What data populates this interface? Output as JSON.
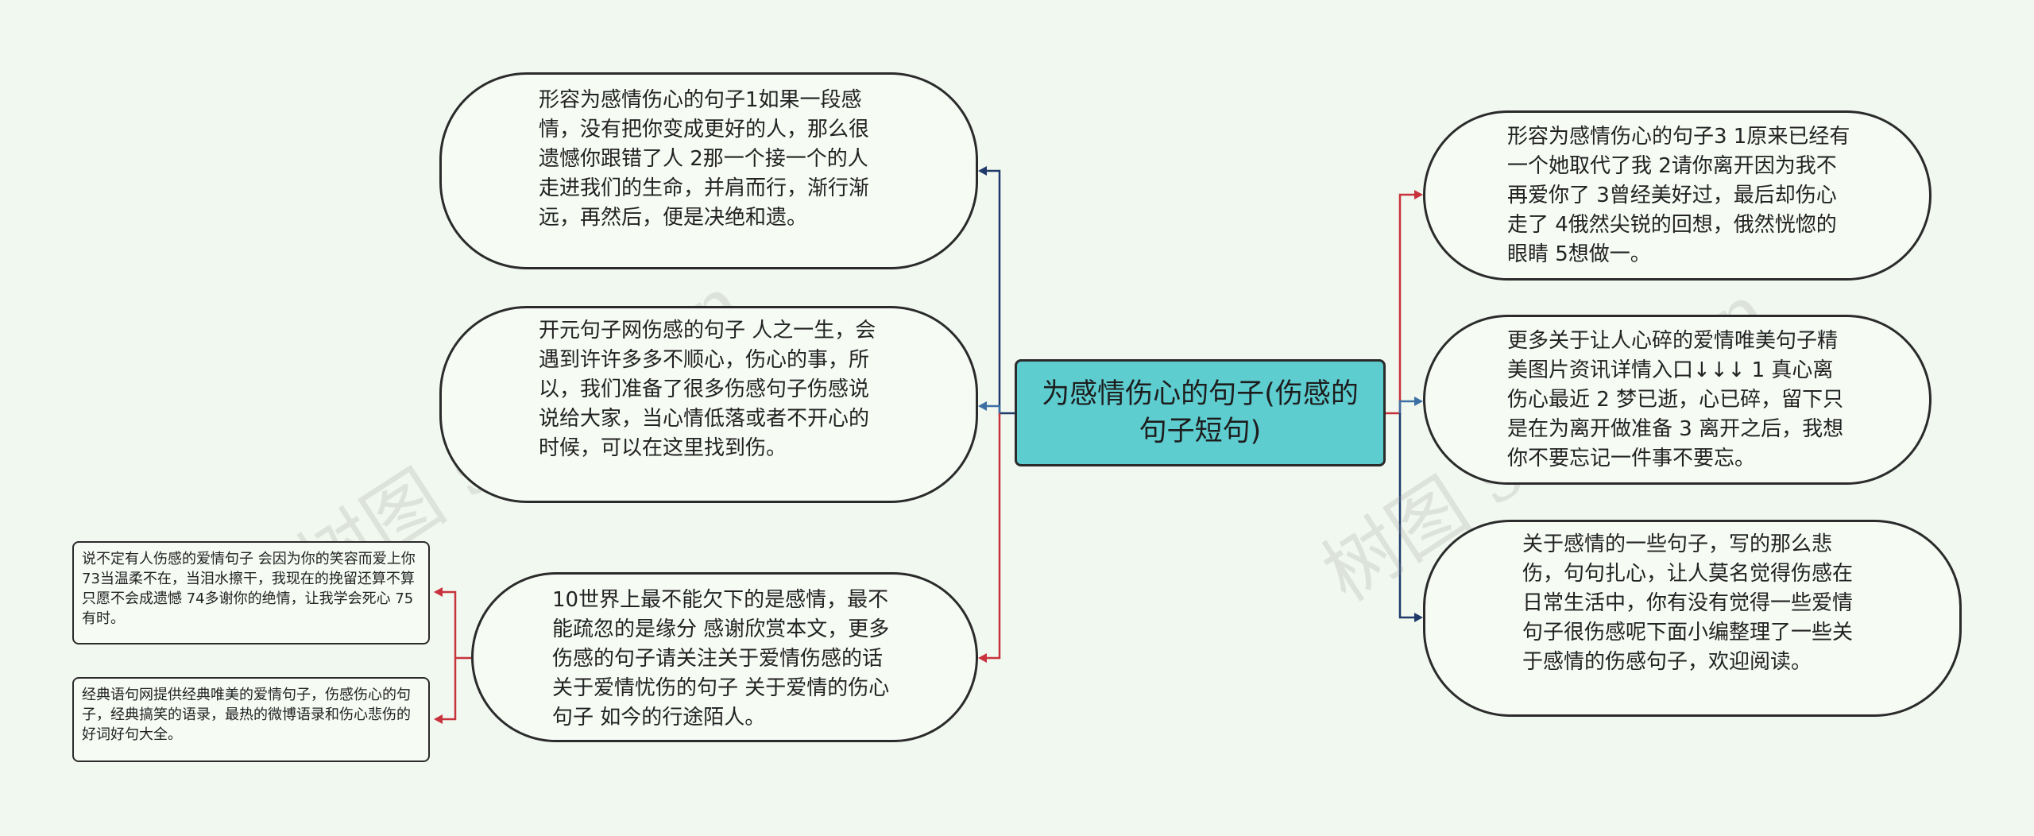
{
  "root": {
    "label": "为感情伤心的句子(伤感的\n句子短句)"
  },
  "left_nodes": [
    {
      "text": "形容为感情伤心的句子1如果一段感情，没有把你变成更好的人，那么很遗憾你跟错了人 2那一个接一个的人走进我们的生命，并肩而行，渐行渐远，再然后，便是决绝和遗。"
    },
    {
      "text": "开元句子网伤感的句子 人之一生，会遇到许许多多不顺心，伤心的事，所以，我们准备了很多伤感句子伤感说说给大家，当心情低落或者不开心的时候，可以在这里找到伤。"
    },
    {
      "text": "10世界上最不能欠下的是感情，最不能疏忽的是缘分 感谢欣赏本文，更多伤感的句子请关注关于爱情伤感的话 关于爱情忧伤的句子 关于爱情的伤心句子 如今的行途陌人。"
    }
  ],
  "sub_nodes": [
    {
      "text": "说不定有人伤感的爱情句子 会因为你的笑容而爱上你 73当温柔不在，当泪水擦干，我现在的挽留还算不算只愿不会成遗憾 74多谢你的绝情，让我学会死心 75有时。"
    },
    {
      "text": "经典语句网提供经典唯美的爱情句子，伤感伤心的句子，经典搞笑的语录，最热的微博语录和伤心悲伤的好词好句大全。"
    }
  ],
  "right_nodes": [
    {
      "text": "形容为感情伤心的句子3 1原来已经有一个她取代了我 2请你离开因为我不再爱你了 3曾经美好过，最后却伤心走了 4俄然尖锐的回想，俄然恍惚的眼睛 5想做一。"
    },
    {
      "text": "更多关于让人心碎的爱情唯美句子精美图片资讯详情入口↓↓↓ 1 真心离伤心最近 2 梦已逝，心已碎，留下只是在为离开做准备 3 离开之后，我想你不要忘记一件事不要忘。"
    },
    {
      "text": "关于感情的一些句子，写的那么悲伤，句句扎心，让人莫名觉得伤感在日常生活中，你有没有觉得一些爱情句子很伤感呢下面小编整理了一些关于感情的伤感句子，欢迎阅读。"
    }
  ],
  "watermark": {
    "left": "树图 shutu.cn",
    "right": "树图 shutu.cn"
  },
  "colors": {
    "background": "#f1f8ef",
    "root_fill": "#5ecdd0",
    "edge_navy": "#1f3a6b",
    "edge_blue": "#3d6fa5",
    "edge_red": "#c8323c"
  }
}
